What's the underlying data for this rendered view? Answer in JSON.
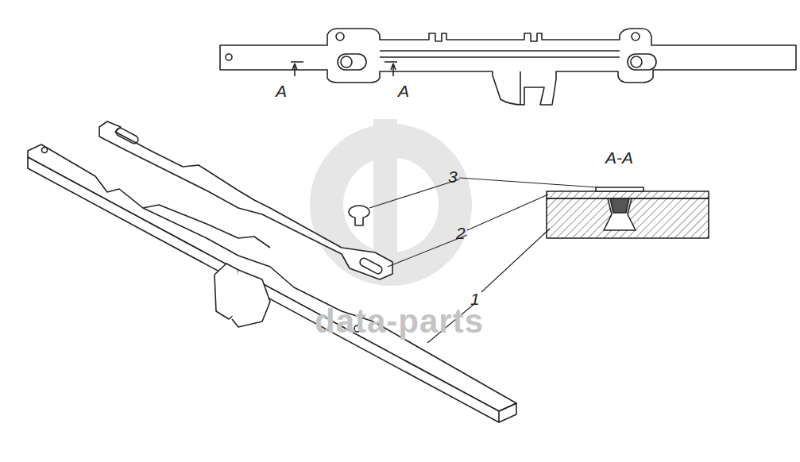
{
  "diagram": {
    "labels": [
      "A",
      "A",
      "A-A",
      "3",
      "2",
      "1",
      "data-parts"
    ]
  }
}
